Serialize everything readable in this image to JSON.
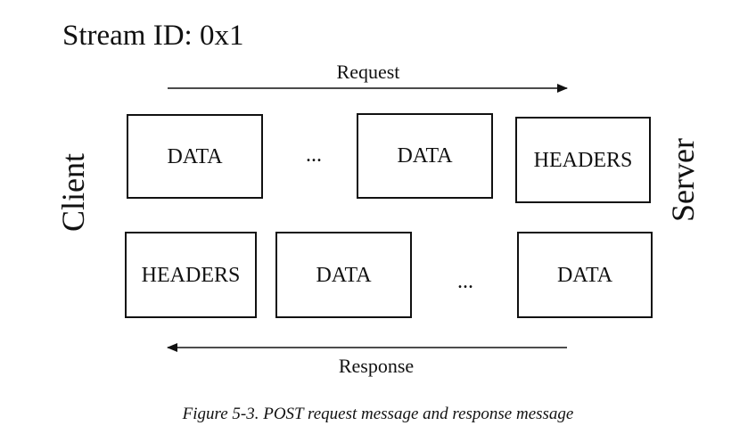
{
  "title": "Stream ID: 0x1",
  "request_label": "Request",
  "response_label": "Response",
  "client_label": "Client",
  "server_label": "Server",
  "request_frames": [
    "DATA",
    "...",
    "DATA",
    "HEADERS"
  ],
  "response_frames": [
    "HEADERS",
    "DATA",
    "...",
    "DATA"
  ],
  "caption": "Figure 5-3. POST request message and response message"
}
